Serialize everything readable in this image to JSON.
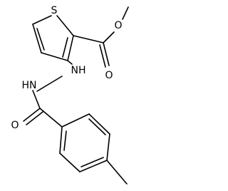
{
  "structure": {
    "atoms": {
      "sulfur": "S",
      "ester_carbonyl_oxygen": "O",
      "ester_ether_oxygen": "O",
      "hydrazine_nh_upper": "NH",
      "hydrazine_nh_lower": "HN",
      "amide_oxygen": "O"
    }
  },
  "colors": {
    "bond": "#000000",
    "label": "#000000",
    "background": "#ffffff"
  }
}
